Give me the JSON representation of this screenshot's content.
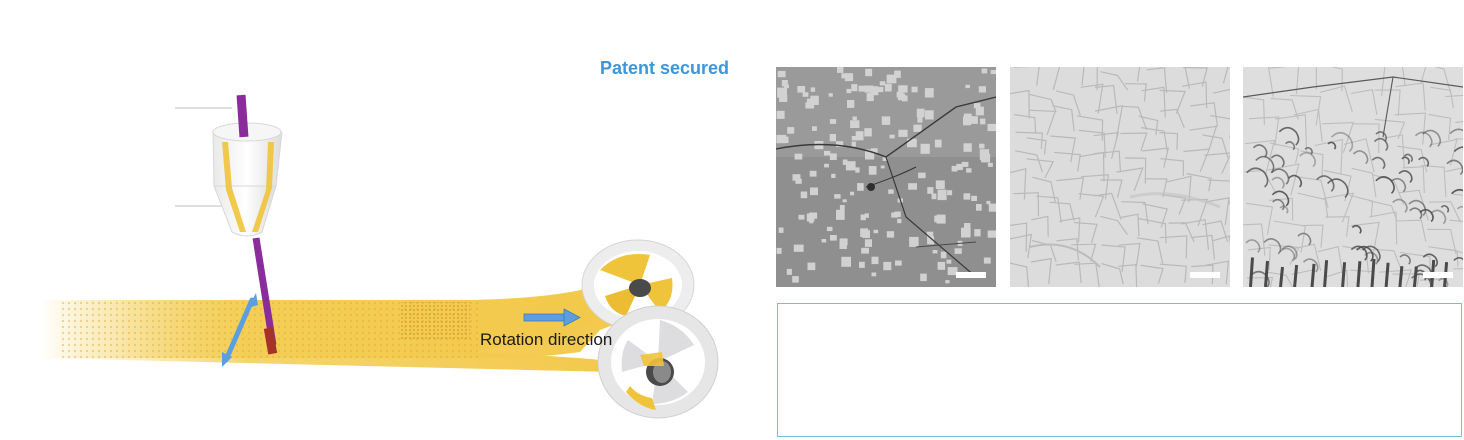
{
  "header": {
    "patent_label": "Patent secured",
    "accent_color": "#3a97dc"
  },
  "diagram": {
    "rotation_label": "Rotation direction",
    "ribbon_color": "#f3cd52",
    "wire_color": "#8a2c9a",
    "arrow_color": "#5b9fe0"
  },
  "micrographs": {
    "items": [
      {
        "name": "micrograph-1",
        "style": "dark with bright square precipitates and cracks"
      },
      {
        "name": "micrograph-2",
        "style": "light cellular grain structure"
      },
      {
        "name": "micrograph-3",
        "style": "light cellular structure with dark dendrite lines"
      }
    ],
    "scalebar_color": "#ffffff"
  },
  "caption_box": {
    "border_color": "#6fc3cf",
    "text": ""
  }
}
